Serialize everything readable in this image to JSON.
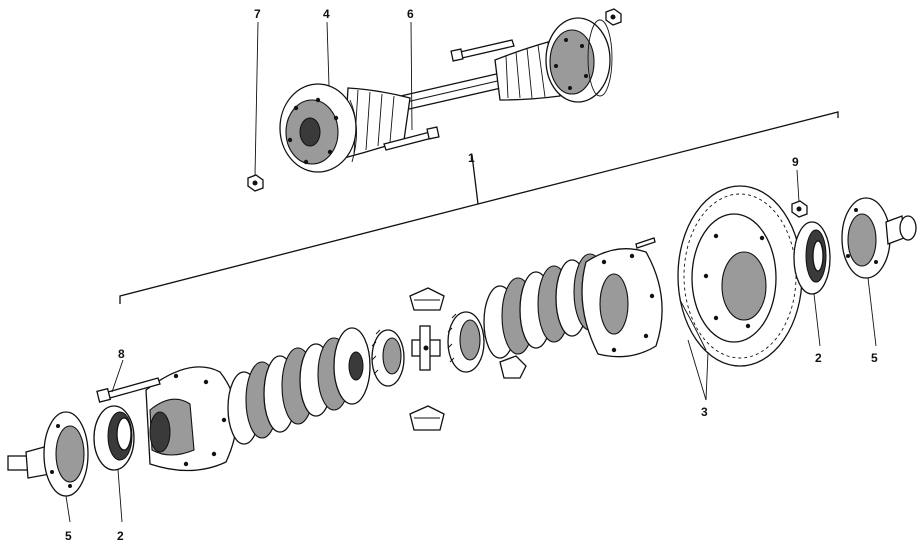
{
  "callouts": {
    "c1": "1",
    "c2_left": "2",
    "c2_right": "2",
    "c3": "3",
    "c4": "4",
    "c5_left": "5",
    "c5_right": "5",
    "c6": "6",
    "c7": "7",
    "c8": "8",
    "c9": "9"
  }
}
